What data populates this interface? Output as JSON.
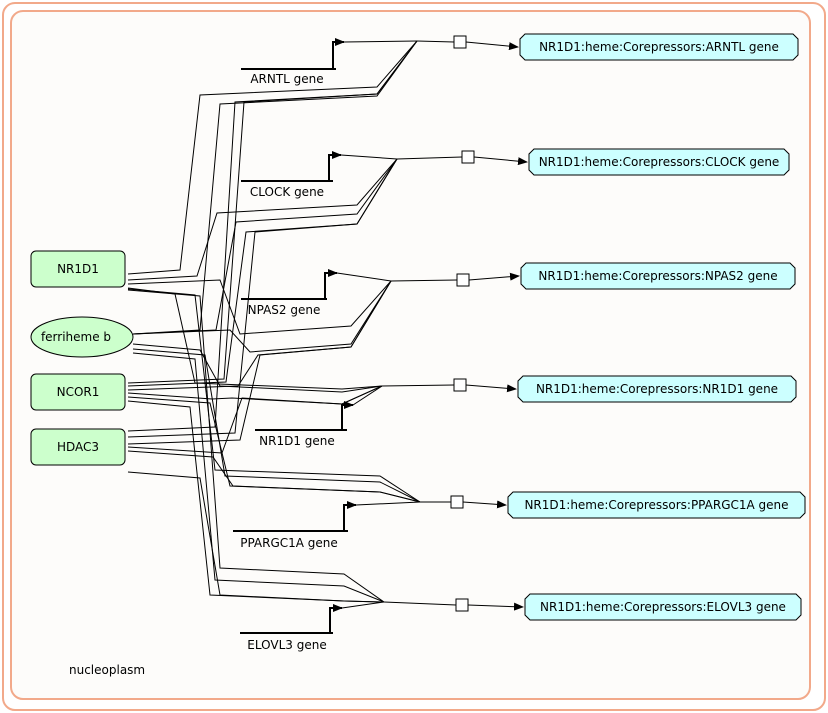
{
  "compartment": {
    "label": "nucleoplasm"
  },
  "inputs": [
    {
      "id": "nr1d1",
      "label": "NR1D1",
      "shape": "rect"
    },
    {
      "id": "ferriheme",
      "label": "ferriheme b",
      "shape": "ellipse"
    },
    {
      "id": "ncor1",
      "label": "NCOR1",
      "shape": "rect"
    },
    {
      "id": "hdac3",
      "label": "HDAC3",
      "shape": "rect"
    }
  ],
  "reactions": [
    {
      "gene": "ARNTL gene",
      "product": "NR1D1:heme:Corepressors:ARNTL gene"
    },
    {
      "gene": "CLOCK gene",
      "product": "NR1D1:heme:Corepressors:CLOCK gene"
    },
    {
      "gene": "NPAS2 gene",
      "product": "NR1D1:heme:Corepressors:NPAS2 gene"
    },
    {
      "gene": "NR1D1 gene",
      "product": "NR1D1:heme:Corepressors:NR1D1 gene"
    },
    {
      "gene": "PPARGC1A gene",
      "product": "NR1D1:heme:Corepressors:PPARGC1A gene"
    },
    {
      "gene": "ELOVL3 gene",
      "product": "NR1D1:heme:Corepressors:ELOVL3 gene"
    }
  ],
  "colors": {
    "compartment_border": "#f2a98a",
    "compartment_fill": "#fdfcfa",
    "input_fill": "#ccffcc",
    "product_fill": "#ccffff"
  }
}
